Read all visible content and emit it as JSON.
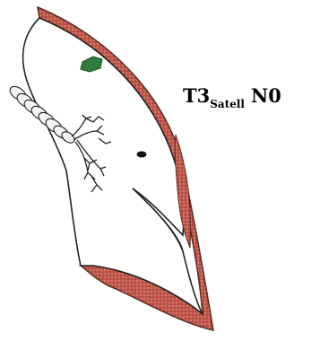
{
  "stage_label": {
    "t_stage": "T3",
    "t_subscript": "Satell",
    "n_stage": "N0"
  },
  "colors": {
    "pleura_fill": "#c0574a",
    "pleura_stroke": "#5a2a22",
    "lung_outline": "#222222",
    "tumor_green": "#2f7d3c",
    "lesion_black": "#111111"
  }
}
